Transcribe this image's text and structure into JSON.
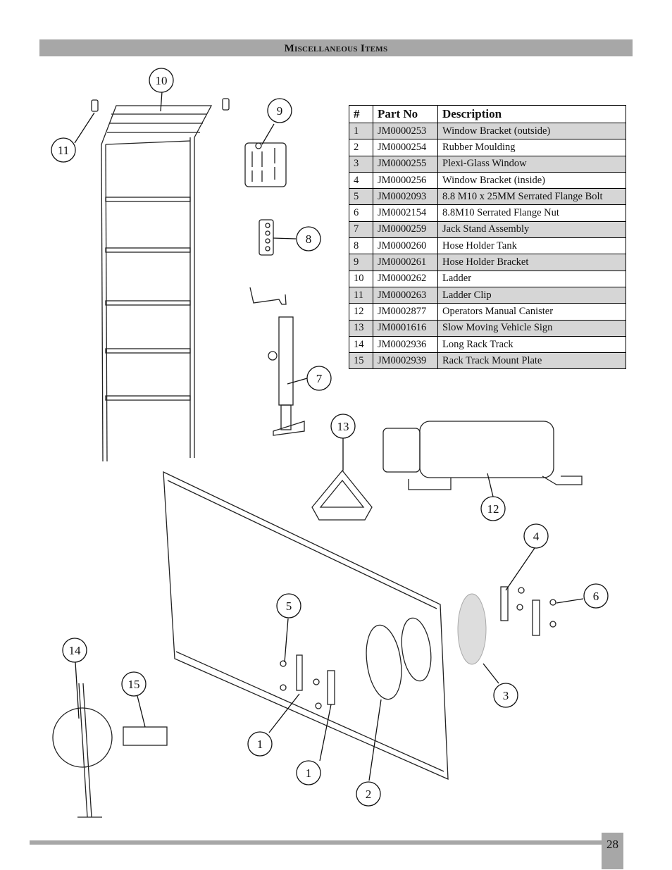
{
  "header": {
    "title": "Miscellaneous Items"
  },
  "table": {
    "columns": [
      "#",
      "Part No",
      "Description"
    ],
    "rows": [
      {
        "num": "1",
        "part": "JM0000253",
        "desc": "Window Bracket (outside)"
      },
      {
        "num": "2",
        "part": "JM0000254",
        "desc": "Rubber Moulding"
      },
      {
        "num": "3",
        "part": "JM0000255",
        "desc": "Plexi-Glass Window"
      },
      {
        "num": "4",
        "part": "JM0000256",
        "desc": "Window Bracket (inside)"
      },
      {
        "num": "5",
        "part": "JM0002093",
        "desc": "8.8 M10 x 25MM Serrated Flange Bolt"
      },
      {
        "num": "6",
        "part": "JM0002154",
        "desc": "8.8M10 Serrated Flange Nut"
      },
      {
        "num": "7",
        "part": "JM0000259",
        "desc": "Jack Stand Assembly"
      },
      {
        "num": "8",
        "part": "JM0000260",
        "desc": "Hose Holder Tank"
      },
      {
        "num": "9",
        "part": "JM0000261",
        "desc": "Hose Holder Bracket"
      },
      {
        "num": "10",
        "part": "JM0000262",
        "desc": "Ladder"
      },
      {
        "num": "11",
        "part": "JM0000263",
        "desc": "Ladder Clip"
      },
      {
        "num": "12",
        "part": "JM0002877",
        "desc": "Operators Manual Canister"
      },
      {
        "num": "13",
        "part": "JM0001616",
        "desc": "Slow Moving Vehicle Sign"
      },
      {
        "num": "14",
        "part": "JM0002936",
        "desc": "Long Rack Track"
      },
      {
        "num": "15",
        "part": "JM0002939",
        "desc": "Rack Track Mount Plate"
      }
    ]
  },
  "callouts": [
    "1",
    "1",
    "2",
    "3",
    "4",
    "5",
    "6",
    "7",
    "8",
    "9",
    "10",
    "11",
    "12",
    "13",
    "14",
    "15"
  ],
  "footer": {
    "page_number": "28"
  }
}
